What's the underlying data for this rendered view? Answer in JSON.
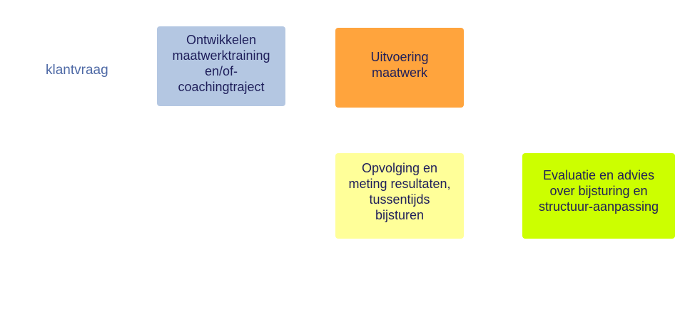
{
  "diagram": {
    "start_label": "klantvraag",
    "steps": [
      {
        "text": "Ontwikkelen\nmaatwerktraining\nen/of-\ncoachingtraject",
        "color": "#b4c7e2"
      },
      {
        "text": "Uitvoering\nmaatwerk",
        "color": "#ffa43d"
      },
      {
        "text": "Opvolging en\nmeting resultaten,\ntussentijds\nbijsturen",
        "color": "#ffff99"
      },
      {
        "text": "Evaluatie en advies\nover bijsturing en\nstructuur-aanpassing",
        "color": "#ccff00"
      }
    ]
  }
}
